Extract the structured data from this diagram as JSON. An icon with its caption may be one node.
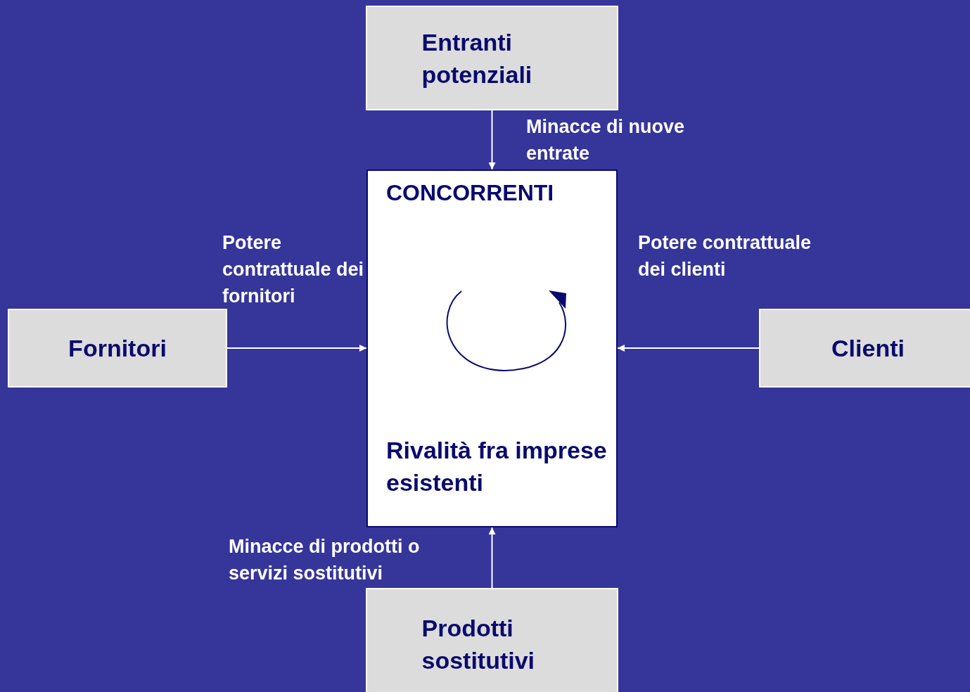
{
  "diagram": {
    "nodes": [
      {
        "text": [
          "Entranti potenziali"
        ]
      },
      {
        "text": [
          "CONCORRENTI",
          "Rivalità fra imprese esistenti"
        ]
      },
      {
        "text": [
          "Fornitori"
        ]
      },
      {
        "text": [
          "Clienti"
        ]
      },
      {
        "text": [
          "Prodotti sostitutivi"
        ]
      }
    ],
    "edges": [
      {
        "from": 0,
        "to": 1,
        "arrow": "to",
        "label": "Minacce di nuove entrate"
      },
      {
        "from": 2,
        "to": 1,
        "arrow": "to",
        "label": "Potere contrattuale dei fornitori"
      },
      {
        "from": 3,
        "to": 1,
        "arrow": "to",
        "label": "Potere contrattuale dei clienti"
      },
      {
        "from": 4,
        "to": 1,
        "arrow": "to",
        "label": "Minacce di prodotti o servizi sostitutivi"
      }
    ]
  }
}
